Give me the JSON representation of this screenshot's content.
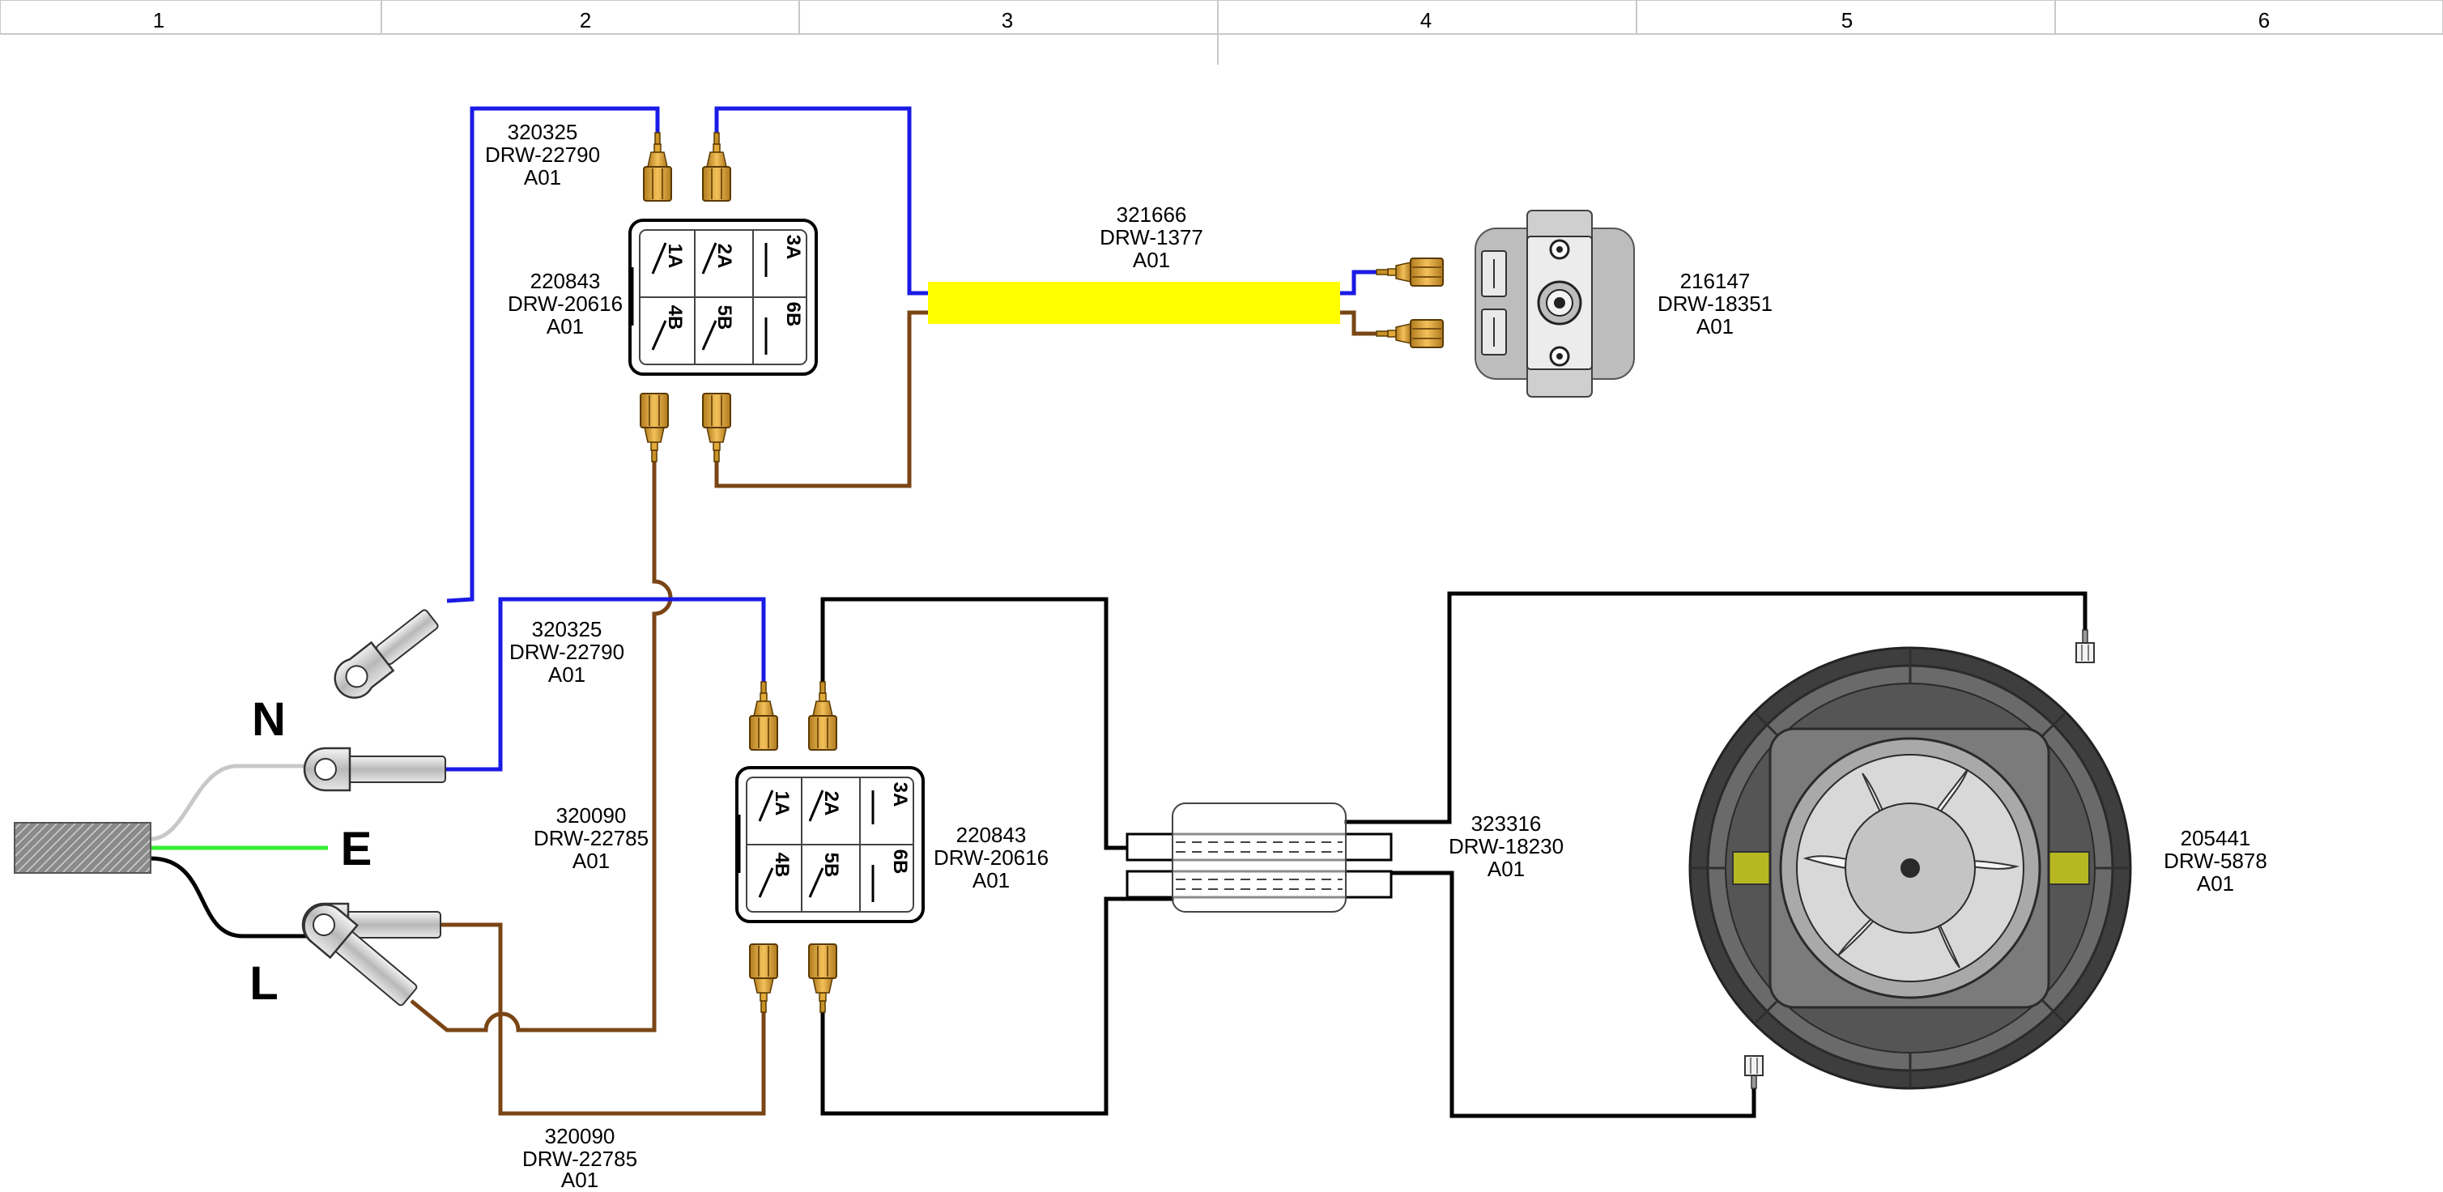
{
  "header": {
    "columns": [
      "1",
      "2",
      "3",
      "4",
      "5",
      "6"
    ]
  },
  "colors": {
    "blue": "#1a1ae6",
    "brown": "#7a4515",
    "black": "#000000",
    "gray": "#c8c8c8",
    "green": "#33ee33",
    "yellow": "#ffff00",
    "terminal": "#e3aa3a"
  },
  "cable": {
    "conductors": {
      "neutral": "N",
      "earth": "E",
      "line": "L"
    }
  },
  "labels": {
    "wire_blue_top": [
      "320325",
      "DRW-22790",
      "A01"
    ],
    "relay_top": [
      "220843",
      "DRW-20616",
      "A01"
    ],
    "harness_yellow": [
      "321666",
      "DRW-1377",
      "A01"
    ],
    "switch": [
      "216147",
      "DRW-18351",
      "A01"
    ],
    "wire_blue_bottom": [
      "320325",
      "DRW-22790",
      "A01"
    ],
    "wire_brown_mid": [
      "320090",
      "DRW-22785",
      "A01"
    ],
    "relay_bottom": [
      "220843",
      "DRW-20616",
      "A01"
    ],
    "filter": [
      "323316",
      "DRW-18230",
      "A01"
    ],
    "motor": [
      "205441",
      "DRW-5878",
      "A01"
    ],
    "wire_brown_bottom": [
      "320090",
      "DRW-22785",
      "A01"
    ]
  },
  "relay_terminals": [
    "1A",
    "2A",
    "3A",
    "4B",
    "5B",
    "6B"
  ]
}
